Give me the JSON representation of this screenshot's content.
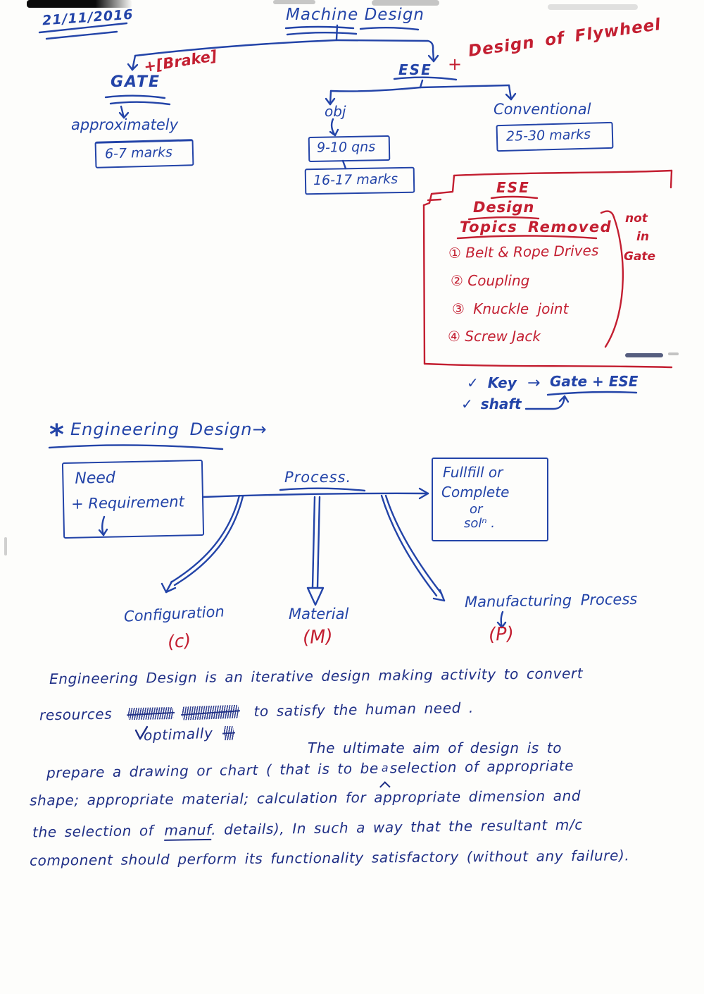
{
  "colors": {
    "blue_ink": "#2344a8",
    "red_ink": "#c31f31",
    "paragraph_ink": "#1f2f86"
  },
  "header": {
    "date": "21/11/2016",
    "title": "Machine Design"
  },
  "gate": {
    "label": "GATE",
    "brake_note": "+[Brake]",
    "approx": "approximately",
    "marks": "6-7 marks"
  },
  "ese": {
    "label": "ESE",
    "plus": "+",
    "flywheel_note": "Design of Flywheel",
    "obj_label": "obj",
    "obj_qns": "9-10 qns",
    "obj_marks": "16-17 marks",
    "conv_label": "Conventional",
    "conv_marks": "25-30 marks"
  },
  "removed": {
    "title1": "ESE",
    "title2": "Design",
    "title3": "Topics Removed",
    "items": [
      "① Belt & Rope Drives",
      "② Coupling",
      "③ Knuckle joint",
      "④ Screw Jack"
    ],
    "note1": "not",
    "note2": "in",
    "note3": "Gate"
  },
  "keyshaft": {
    "key": "✓ Key",
    "arrow": "→",
    "target": "Gate + ESE",
    "shaft": "✓ shaft"
  },
  "engineering": {
    "star": "*",
    "heading": "Engineering Design→",
    "need_line1": "Need",
    "need_line2": "+ Requirement",
    "process": "Process.",
    "fulfill1": "Fullfill or",
    "fulfill2": "Complete",
    "fulfill3": "or",
    "fulfill4": "solⁿ .",
    "out1": "Configuration",
    "out1_code": "(c)",
    "out2": "Material",
    "out2_code": "(M)",
    "out3": "Manufacturing Process",
    "out3_code": "(P)"
  },
  "paragraph": {
    "l1": "Engineering Design is an iterative design making activity to convert",
    "l2a": "resources",
    "l2b": "to satisfy the human need .",
    "l2_insert": "optimally",
    "l3": "The ultimate aim of design is to",
    "l4a": "prepare a drawing or chart ( that is to be",
    "l4_insert": "a",
    "l4b": "selection of appropriate",
    "l5": "shape; appropriate material; calculation for appropriate dimension and",
    "l6a": "the selection of",
    "l6_manuf": "manuf",
    "l6b": ". details), In such a way that the resultant m/c",
    "l7": "component should perform its functionality satisfactory (without any failure)."
  }
}
